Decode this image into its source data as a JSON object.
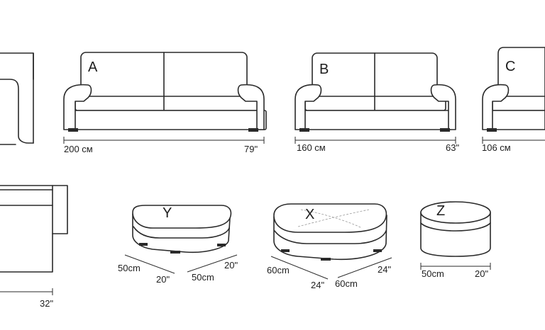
{
  "colors": {
    "line": "#2a2a2a",
    "background": "#ffffff"
  },
  "sofa_a": {
    "letter": "A",
    "dim_cm": "200 см",
    "dim_in": "79\""
  },
  "sofa_b": {
    "letter": "B",
    "dim_cm": "160 см",
    "dim_in": "63\""
  },
  "sofa_c": {
    "letter": "C",
    "dim_cm": "106 см"
  },
  "corner_unit": {
    "dim_in": "32\""
  },
  "ottoman_y": {
    "letter": "Y",
    "dim_cm_left": "50cm",
    "dim_in_left": "20\"",
    "dim_cm_right": "50cm",
    "dim_in_right": "20\""
  },
  "ottoman_x": {
    "letter": "X",
    "dim_cm_left": "60cm",
    "dim_in_left": "24\"",
    "dim_cm_right": "60cm",
    "dim_in_right": "24\""
  },
  "ottoman_z": {
    "letter": "Z",
    "dim_cm": "50cm",
    "dim_in": "20\""
  }
}
